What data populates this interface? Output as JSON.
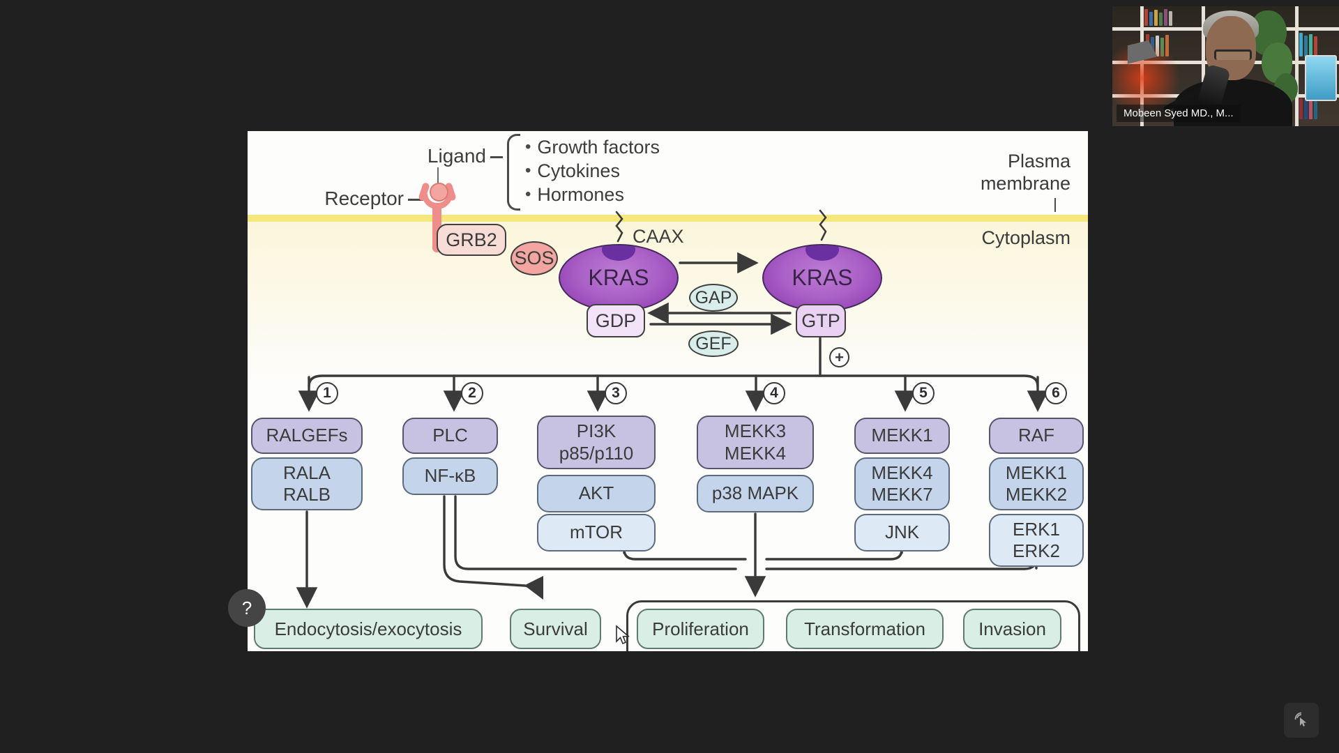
{
  "webcam": {
    "name_label": "Mobeen Syed MD., M..."
  },
  "overlay": {
    "help_badge": "?",
    "remote_icon": "remote-control-icon"
  },
  "slide": {
    "ligand": {
      "label": "Ligand",
      "bullet": "•",
      "items": [
        "Growth factors",
        "Cytokines",
        "Hormones"
      ]
    },
    "receptor_label": "Receptor",
    "membrane": {
      "plasma": "Plasma\nmembrane",
      "cytoplasm": "Cytoplasm"
    },
    "signaling": {
      "grb2": "GRB2",
      "sos": "SOS",
      "kras_left": "KRAS",
      "kras_right": "KRAS",
      "caax": "CAAX",
      "gdp": "GDP",
      "gtp": "GTP",
      "gap": "GAP",
      "gef": "GEF",
      "plus": "+"
    },
    "branches": [
      {
        "number": "1",
        "boxes": [
          {
            "label": "RALGEFs"
          },
          {
            "label": "RALA\nRALB"
          }
        ]
      },
      {
        "number": "2",
        "boxes": [
          {
            "label": "PLC"
          },
          {
            "label": "NF-κB"
          }
        ]
      },
      {
        "number": "3",
        "boxes": [
          {
            "label": "PI3K\np85/p110"
          },
          {
            "label": "AKT"
          },
          {
            "label": "mTOR"
          }
        ]
      },
      {
        "number": "4",
        "boxes": [
          {
            "label": "MEKK3\nMEKK4"
          },
          {
            "label": "p38 MAPK"
          }
        ]
      },
      {
        "number": "5",
        "boxes": [
          {
            "label": "MEKK1"
          },
          {
            "label": "MEKK4\nMEKK7"
          },
          {
            "label": "JNK"
          }
        ]
      },
      {
        "number": "6",
        "boxes": [
          {
            "label": "RAF"
          },
          {
            "label": "MEKK1\nMEKK2"
          },
          {
            "label": "ERK1\nERK2"
          }
        ]
      }
    ],
    "outcomes": [
      "Endocytosis/exocytosis",
      "Survival",
      "Proliferation",
      "Transformation",
      "Invasion"
    ],
    "colors": {
      "membrane_yellow": "#f6e77c",
      "kras_purple": "#a95fc6",
      "tier1_fill": "#c7c2e2",
      "tier2_fill": "#c4d4eb",
      "tier3_fill": "#dde9f5",
      "outcome_fill": "#d9eee4",
      "receptor_pink": "#ee8d8a",
      "sos_pink": "#f3a6a1",
      "line_gray": "#3a3a3a"
    }
  }
}
